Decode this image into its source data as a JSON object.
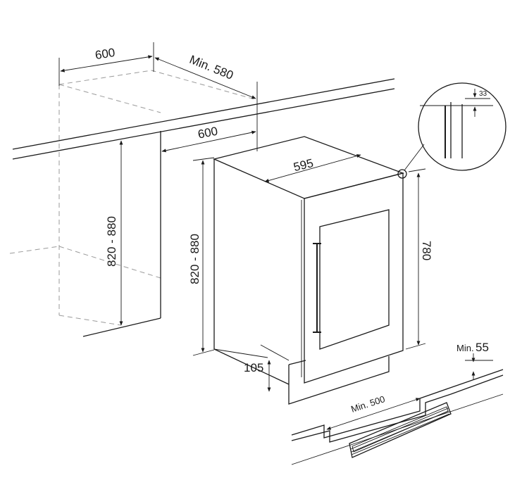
{
  "dimensions": {
    "counter_width": "600",
    "counter_depth": "Min. 580",
    "niche_width": "600",
    "niche_height": "820 - 880",
    "appliance_height_adjust": "820 - 880",
    "appliance_width": "595",
    "appliance_height": "780",
    "plinth_height": "105",
    "plinth_vent_depth": "Min. 500",
    "plinth_vent_height_prefix": "Min.",
    "plinth_vent_height_value": "55",
    "detail_gap": "33"
  }
}
